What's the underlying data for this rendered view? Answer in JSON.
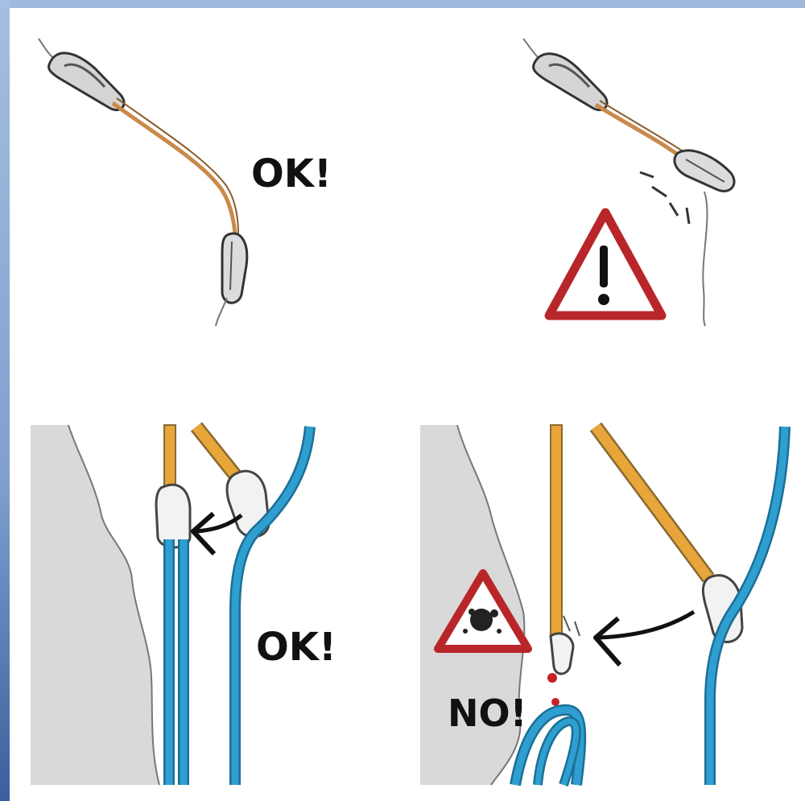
{
  "panels": {
    "top_left": {
      "label": "OK!"
    },
    "top_right": {
      "warning": "warning-triangle-exclamation"
    },
    "bottom_left": {
      "label": "OK!"
    },
    "bottom_right": {
      "label": "NO!",
      "warning": "warning-triangle-rockfall"
    }
  },
  "colors": {
    "sling": "#c98a4b",
    "rope_blue": "#2f9fd0",
    "rope_orange": "#e7a53a",
    "rock": "#d9d9d9",
    "warning_red": "#b9262a",
    "background": "#ffffff"
  }
}
